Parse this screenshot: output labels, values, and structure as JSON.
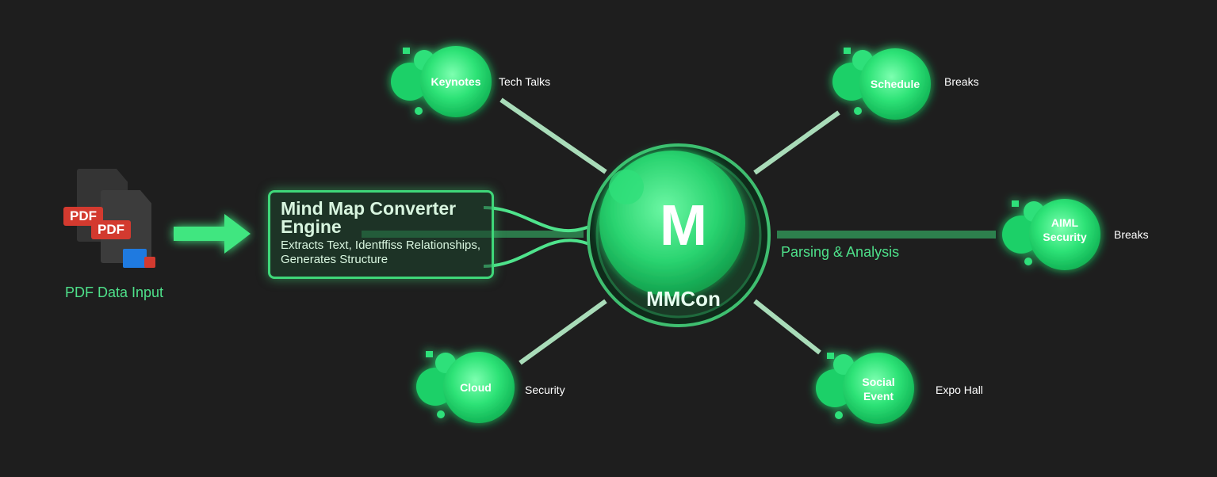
{
  "input": {
    "pdf_tag_1": "PDF",
    "pdf_tag_2": "PDF",
    "label": "PDF Data Input"
  },
  "engine": {
    "title": "Mind Map Converter Engine",
    "description": "Extracts Text, Identffiss Relationships, Generates Structure"
  },
  "center": {
    "letter": "M",
    "name": "MMCon"
  },
  "edge_label": "Parsing & Analysis",
  "nodes": [
    {
      "label": "Keynotes",
      "side_label": "Tech Talks"
    },
    {
      "label": "Schedule",
      "side_label": "Breaks"
    },
    {
      "label": "AIML Security",
      "side_label": "Breaks"
    },
    {
      "label": "Cloud",
      "side_label": "Security"
    },
    {
      "label": "Social Event",
      "side_label": "Expo Hall"
    }
  ],
  "colors": {
    "background": "#1e1e1e",
    "accent_green": "#3fd779",
    "label_green": "#4ee08a",
    "connector": "#a9dcb9"
  }
}
